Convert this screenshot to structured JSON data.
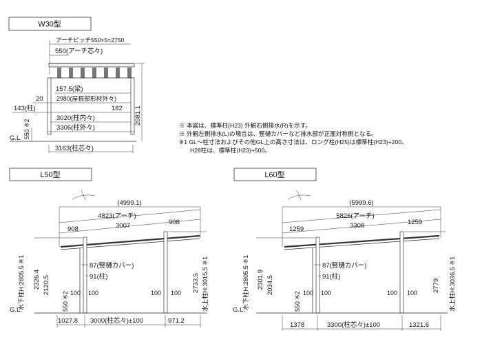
{
  "w30": {
    "title": "W30型",
    "arch_pitch": "アーチピッチ550×5=2750",
    "arch_center": "550(アーチ芯々)",
    "beam": "157.5(梁)",
    "roof_outer": "2980(屋根部形材外々)",
    "dim_20": "20",
    "dim_143": "143(柱)",
    "dim_182": "182",
    "post_inner": "3020(柱内々)",
    "post_outer": "3306(柱外々)",
    "post_center": "3163(柱芯々)",
    "height": "2081.1",
    "gl_dim": "550 ※2",
    "gl": "G.L."
  },
  "notes": [
    "※ 本図は、標準柱(H23) 外観右側排水(R)を示す。",
    "※ 外観左側排水(L)の場合は、竪樋カバーなど排水部が正面対称側となる。",
    "※1 GL～柱寸法およびその他GL上の高さ寸法は、ロング柱(H25)は標準柱(H23)+200。",
    "H28柱は、標準柱(H23)+500。"
  ],
  "l50": {
    "title": "L50型",
    "overall": "(4999.1)",
    "arch": "4823(アーチ)",
    "left_overhang": "908",
    "middle": "3007",
    "right_overhang": "908",
    "downpipe": "87(竪樋カバー)",
    "post": "91(柱)",
    "left_side": "水下柱H:2805.5 ※1",
    "dim_a": "2326.4",
    "dim_b": "2120.5",
    "gl_dim": "550 ※2",
    "right_h": "2733.5",
    "right_side": "水上柱H:3015.5 ※1",
    "dim_100": "100",
    "bottom_left": "1027.8",
    "bottom_center": "3000(柱芯々)±100",
    "bottom_right": "971.2",
    "gl": "G.L."
  },
  "l60": {
    "title": "L60型",
    "overall": "(5999.6)",
    "arch": "5826(アーチ)",
    "left_overhang": "1259",
    "middle": "3308",
    "right_overhang": "1259",
    "downpipe": "87(竪樋カバー)",
    "post": "91(柱)",
    "left_side": "水下柱H:2805.5 ※1",
    "dim_a": "2301.9",
    "dim_b": "2034.5",
    "gl_dim": "550 ※2",
    "right_h": "2779",
    "right_side": "水上柱H:3036.5 ※1",
    "dim_100": "100",
    "bottom_left": "1378",
    "bottom_center": "3300(柱芯々)±100",
    "bottom_right": "1321.6",
    "gl": "G.L."
  }
}
